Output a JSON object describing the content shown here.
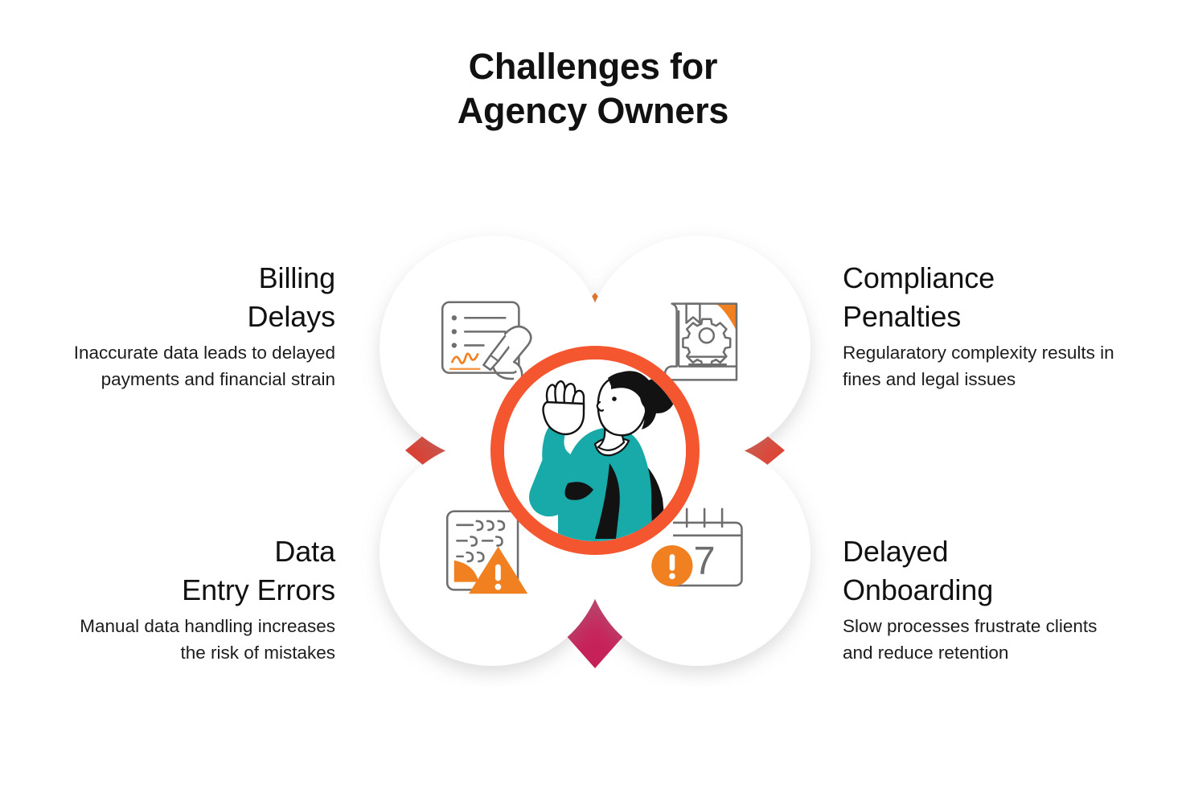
{
  "title": "Challenges for\nAgency Owners",
  "center": {
    "illustration_name": "woman-waving-illustration",
    "ring_color": "#F4562F"
  },
  "arrows": [
    {
      "name": "arrow-top",
      "direction": "up",
      "color_from": "#E8701F",
      "color_to": "#F4602C"
    },
    {
      "name": "arrow-right",
      "direction": "right",
      "color_from": "#E7503A",
      "color_to": "#DD4536"
    },
    {
      "name": "arrow-bottom",
      "direction": "down",
      "color_from": "#D4356A",
      "color_to": "#C52058"
    },
    {
      "name": "arrow-left",
      "direction": "left",
      "color_from": "#E2483A",
      "color_to": "#D94034"
    }
  ],
  "blocks": [
    {
      "id": "billing",
      "heading": "Billing\nDelays",
      "body": "Inaccurate data leads to delayed payments and financial strain",
      "icon": "checklist-signature-icon",
      "align": "right"
    },
    {
      "id": "compliance",
      "heading": "Compliance\nPenalties",
      "body": "Regularatory complexity results in fines and legal issues",
      "icon": "rulebook-gear-icon",
      "align": "left"
    },
    {
      "id": "dataentry",
      "heading": "Data\nEntry Errors",
      "body": "Manual data handling increases the risk of mistakes",
      "icon": "document-warning-icon",
      "align": "right"
    },
    {
      "id": "onboarding",
      "heading": "Delayed\nOnboarding",
      "body": "Slow processes frustrate clients and reduce retention",
      "icon": "calendar-alert-icon",
      "align": "left"
    }
  ],
  "icon_details": {
    "calendar_day": "7",
    "accent_orange": "#F08020",
    "line_gray": "#6E6E6E"
  },
  "palette": {
    "background": "#FFFFFF",
    "text": "#111111",
    "orange_ring": "#F4562F",
    "teal_jacket": "#18A9A9",
    "hair_black": "#111111"
  }
}
